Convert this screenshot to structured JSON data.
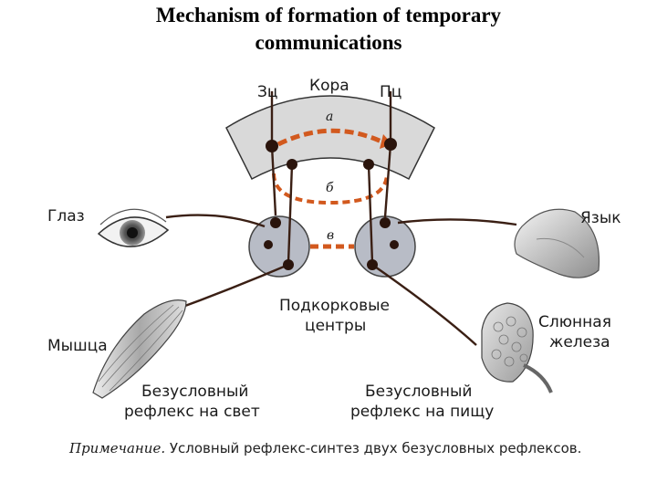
{
  "title": {
    "line1": "Mechanism of formation of temporary",
    "line2": "communications"
  },
  "labels": {
    "cortex": "Кора",
    "zc": "Зц",
    "pc": "Пц",
    "path_a": "а",
    "path_b": "б",
    "path_v": "в",
    "eye": "Глаз",
    "tongue": "Язык",
    "muscle": "Мышца",
    "gland_line1": "Слюнная",
    "gland_line2": "железа",
    "subcortical_line1": "Подкорковые",
    "subcortical_line2": "центры",
    "reflex_light_line1": "Безусловный",
    "reflex_light_line2": "рефлекс на свет",
    "reflex_food_line1": "Безусловный",
    "reflex_food_line2": "рефлекс на пищу",
    "note_prefix": "Примечание.",
    "note_text": " Условный рефлекс-синтез двух безусловных рефлексов."
  },
  "colors": {
    "cortex_fill": "#d9d9d9",
    "center_fill": "#b8bcc6",
    "temporary_link": "#d2591e",
    "nerve": "#3a1f14"
  }
}
